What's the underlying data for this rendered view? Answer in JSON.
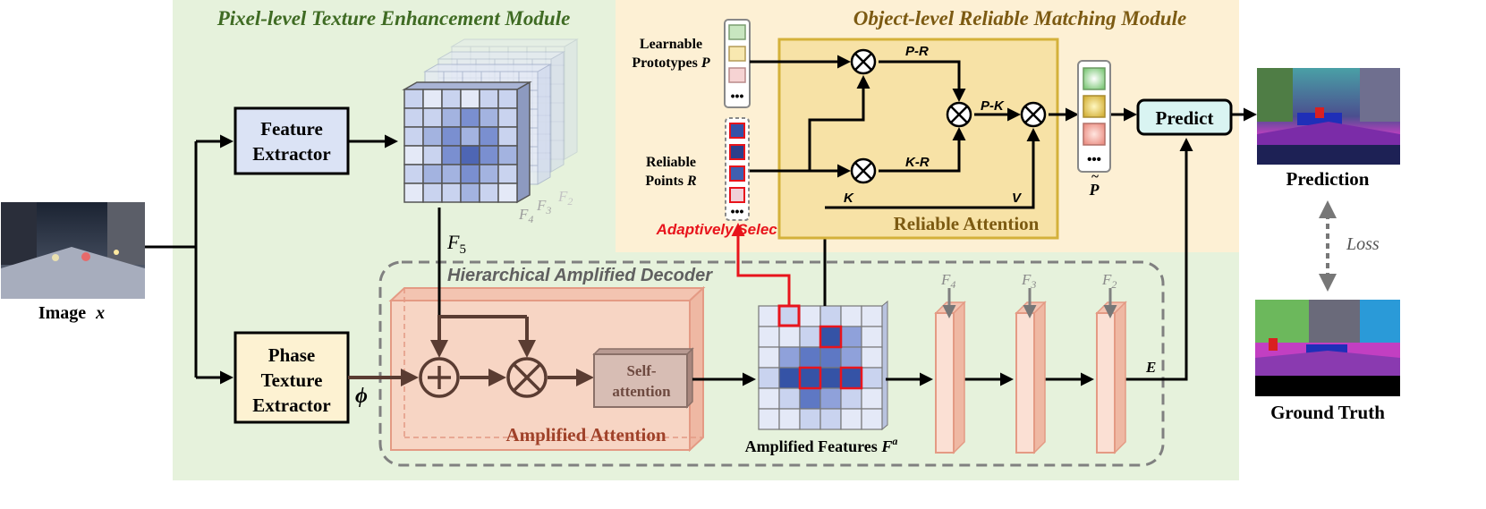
{
  "modules": {
    "pixel_title": "Pixel-level Texture Enhancement Module",
    "object_title": "Object-level Reliable Matching Module"
  },
  "input": {
    "label_main": "Image",
    "label_var": "x"
  },
  "feature_extractor": {
    "line1": "Feature",
    "line2": "Extractor"
  },
  "phase_extractor": {
    "line1": "Phase",
    "line2": "Texture",
    "line3": "Extractor"
  },
  "phi": "ϕ",
  "feature_stack": {
    "f5": "F",
    "f5_sub": "5",
    "f4": "F",
    "f4_sub": "4",
    "f3": "F",
    "f3_sub": "3",
    "f2": "F",
    "f2_sub": "2"
  },
  "decoder": {
    "title": "Hierarchical Amplified Decoder",
    "amplified_attention": "Amplified Attention",
    "self_attention_1": "Self-",
    "self_attention_2": "attention",
    "amplified_features": "Amplified Features ",
    "amplified_features_var": "F",
    "amplified_features_sup": "a",
    "f4": "F",
    "f4_sub": "4",
    "f3": "F",
    "f3_sub": "3",
    "f2": "F",
    "f2_sub": "2",
    "e_label": "E"
  },
  "matching": {
    "learnable_line1": "Learnable",
    "learnable_line2": "Prototypes ",
    "learnable_var": "P",
    "reliable_line1": "Reliable",
    "reliable_line2": "Points ",
    "reliable_var": "R",
    "adaptively_select": "Adaptively  Select",
    "pr": "P-R",
    "kr": "K-R",
    "pk": "P-K",
    "k": "K",
    "v": "V",
    "reliable_attention": "Reliable Attention",
    "p_tilde": "P",
    "predict": "Predict"
  },
  "outputs": {
    "prediction": "Prediction",
    "loss": "Loss",
    "ground_truth": "Ground Truth"
  },
  "colors": {
    "green_bg": "#e6f2dc",
    "orange_bg": "#fdf0d4",
    "reliable_box": "#f7e2a6",
    "feature_box": "#dbe3f5",
    "phase_box": "#fdf2d2",
    "predict_box": "#d9f4f2",
    "amp_box": "#f7d5c4",
    "pixel_title": "#3f6b23",
    "object_title": "#7c5a12",
    "amp_title": "#a0422a",
    "select_red": "#e8141c"
  }
}
